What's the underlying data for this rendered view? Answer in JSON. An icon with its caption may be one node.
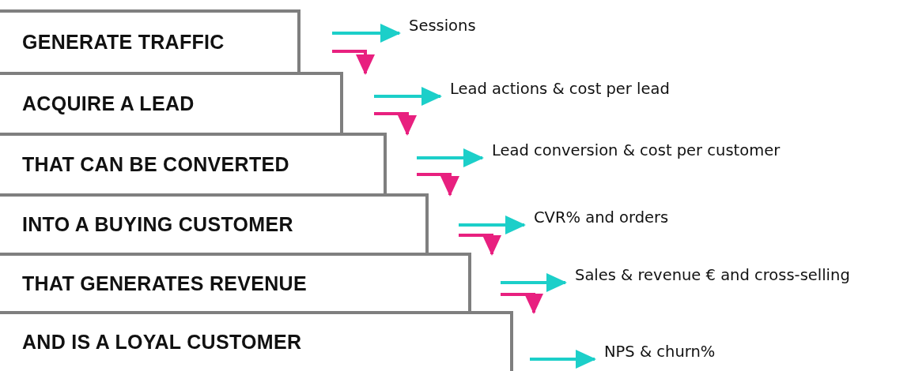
{
  "diagram": {
    "nodes": [
      {
        "text": [
          "GENERATE TRAFFIC"
        ]
      },
      {
        "text": [
          "ACQUIRE A LEAD"
        ]
      },
      {
        "text": [
          "THAT CAN BE CONVERTED"
        ]
      },
      {
        "text": [
          "INTO A BUYING CUSTOMER"
        ]
      },
      {
        "text": [
          "THAT GENERATES REVENUE"
        ]
      },
      {
        "text": [
          "AND IS A LOYAL CUSTOMER"
        ]
      },
      {
        "text": [
          "Sessions"
        ]
      },
      {
        "text": [
          "Lead actions & cost per lead"
        ]
      },
      {
        "text": [
          "Lead conversion & cost per customer"
        ]
      },
      {
        "text": [
          "CVR% and orders"
        ]
      },
      {
        "text": [
          "Sales & revenue € and cross-selling"
        ]
      },
      {
        "text": [
          "NPS & churn%"
        ]
      }
    ],
    "edges": [
      {
        "from": null,
        "to": 6,
        "arrow": "to"
      },
      {
        "from": null,
        "to": 1,
        "arrow": "to",
        "color": "#e8207f"
      },
      {
        "from": null,
        "to": 7,
        "arrow": "to"
      },
      {
        "from": null,
        "to": 2,
        "arrow": "to",
        "color": "#e8207f"
      },
      {
        "from": null,
        "to": 8,
        "arrow": "to"
      },
      {
        "from": null,
        "to": 3,
        "arrow": "to",
        "color": "#e8207f"
      },
      {
        "from": null,
        "to": 9,
        "arrow": "to"
      },
      {
        "from": null,
        "to": 4,
        "arrow": "to",
        "color": "#e8207f"
      },
      {
        "from": null,
        "to": 10,
        "arrow": "to"
      },
      {
        "from": null,
        "to": 5,
        "arrow": "to",
        "color": "#e8207f"
      },
      {
        "from": null,
        "to": 11,
        "arrow": "to"
      }
    ]
  }
}
